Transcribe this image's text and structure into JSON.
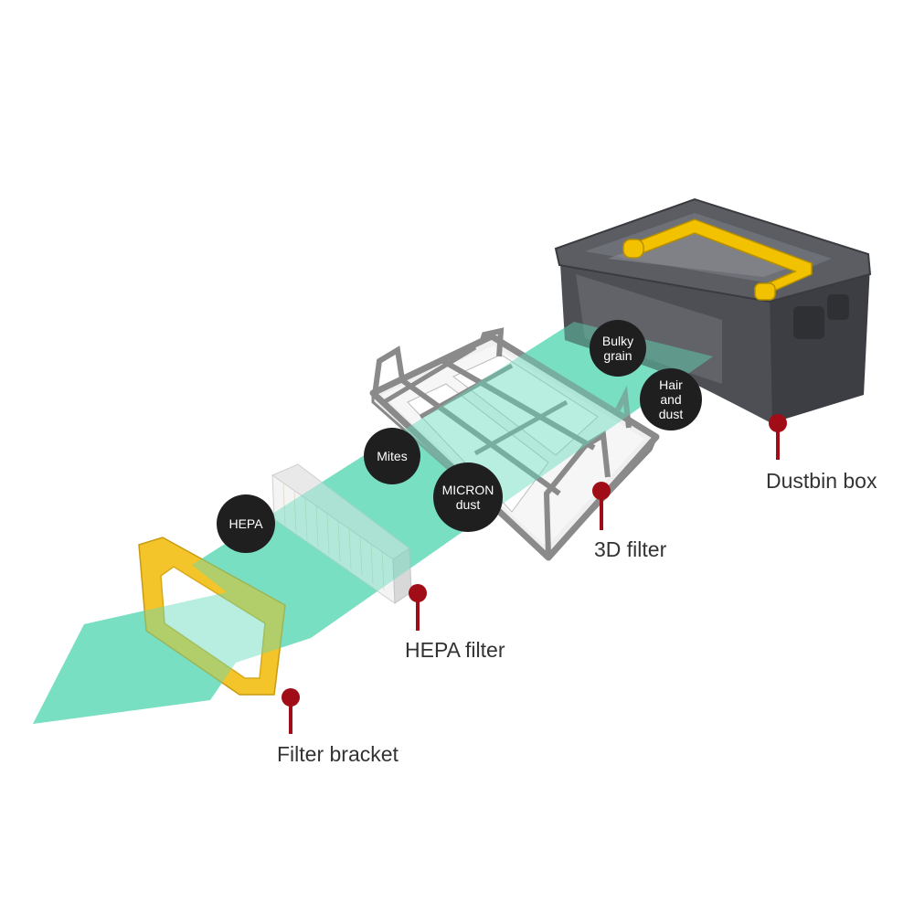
{
  "colors": {
    "airflow": "#5fd9b8",
    "bracket": "#f4c52a",
    "frame": "#8a8a8a",
    "bin": "#4a4c50",
    "handle": "#f2c200",
    "pin": "#a10d16",
    "bubble": "#1f1f1f"
  },
  "bubbles": {
    "bulky": "Bulky\ngrain",
    "hair": "Hair\nand\ndust",
    "mites": "Mites",
    "micron": "MICRON\ndust",
    "hepa": "HEPA"
  },
  "labels": {
    "dustbin": "Dustbin box",
    "filter3d": "3D filter",
    "hepa_filter": "HEPA filter",
    "bracket": "Filter bracket"
  }
}
